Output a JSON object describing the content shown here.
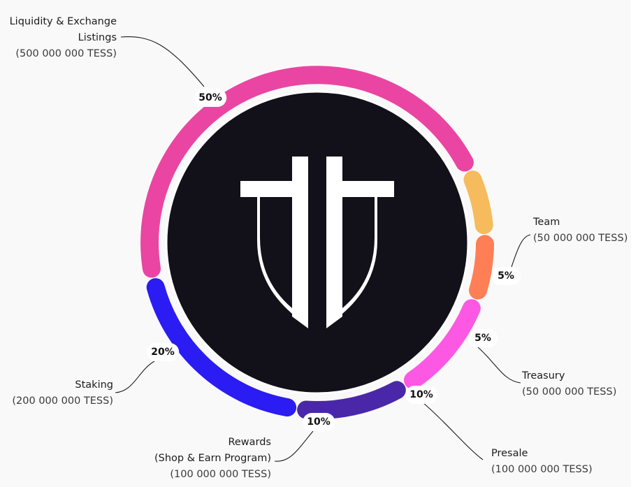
{
  "chart_data": {
    "type": "donut",
    "slices": [
      {
        "key": "liquidity",
        "label_lines": [
          "Liquidity & Exchange",
          "Listings"
        ],
        "amount": "(500 000 000 TESS)",
        "percent_label": "50%",
        "value": 50,
        "color": "#ea45a2"
      },
      {
        "key": "team",
        "label_lines": [
          "Team"
        ],
        "amount": "(50 000 000 TESS)",
        "percent_label": "5%",
        "value": 5,
        "color": "#f6bb5c"
      },
      {
        "key": "treasury",
        "label_lines": [
          "Treasury"
        ],
        "amount": "(50 000 000 TESS)",
        "percent_label": "5%",
        "value": 5,
        "color": "#fe7f55"
      },
      {
        "key": "presale",
        "label_lines": [
          "Presale"
        ],
        "amount": "(100 000 000 TESS)",
        "percent_label": "10%",
        "value": 10,
        "color": "#fd58e4"
      },
      {
        "key": "rewards",
        "label_lines": [
          "Rewards",
          "(Shop & Earn Program)"
        ],
        "amount": "(100 000 000 TESS)",
        "percent_label": "10%",
        "value": 10,
        "color": "#4a27a8"
      },
      {
        "key": "staking",
        "label_lines": [
          "Staking"
        ],
        "amount": "(200 000 000 TESS)",
        "percent_label": "20%",
        "value": 20,
        "color": "#2a1cf3"
      }
    ]
  },
  "colors": {
    "background": "#f9f9f9",
    "logo_disc": "#12111a",
    "logo_glyph": "#ffffff"
  }
}
